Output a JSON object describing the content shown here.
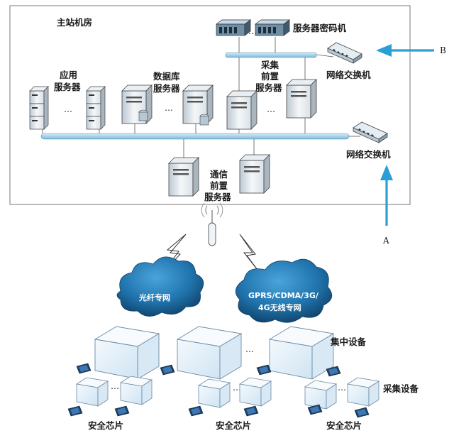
{
  "main_room": {
    "label": "主站机房"
  },
  "server_encryptor": {
    "label": "服务器密码机"
  },
  "network_switch_top": {
    "label": "网络交换机"
  },
  "network_switch_mid": {
    "label": "网络交换机"
  },
  "app_server": {
    "line1": "应用",
    "line2": "服务器"
  },
  "db_server": {
    "line1": "数据库",
    "line2": "服务器"
  },
  "acq_server": {
    "line1": "采集",
    "line2": "前置",
    "line3": "服务器"
  },
  "comm_server": {
    "line1": "通信",
    "line2": "前置",
    "line3": "服务器"
  },
  "fiber_network": {
    "label": "光纤专网"
  },
  "wireless_network": {
    "line1": "GPRS/CDMA/3G/",
    "line2": "4G无线专网"
  },
  "concentrator": {
    "label": "集中设备"
  },
  "collector": {
    "label": "采集设备"
  },
  "secure_chip": {
    "label": "安全芯片"
  },
  "arrow_a": {
    "label": "A"
  },
  "arrow_b": {
    "label": "B"
  },
  "ellipsis": "…",
  "colors": {
    "arrow": "#2a9fd6",
    "cable": "#a7d3ea",
    "cloud": "#1d6fa5",
    "box": "#e6f2fa"
  }
}
